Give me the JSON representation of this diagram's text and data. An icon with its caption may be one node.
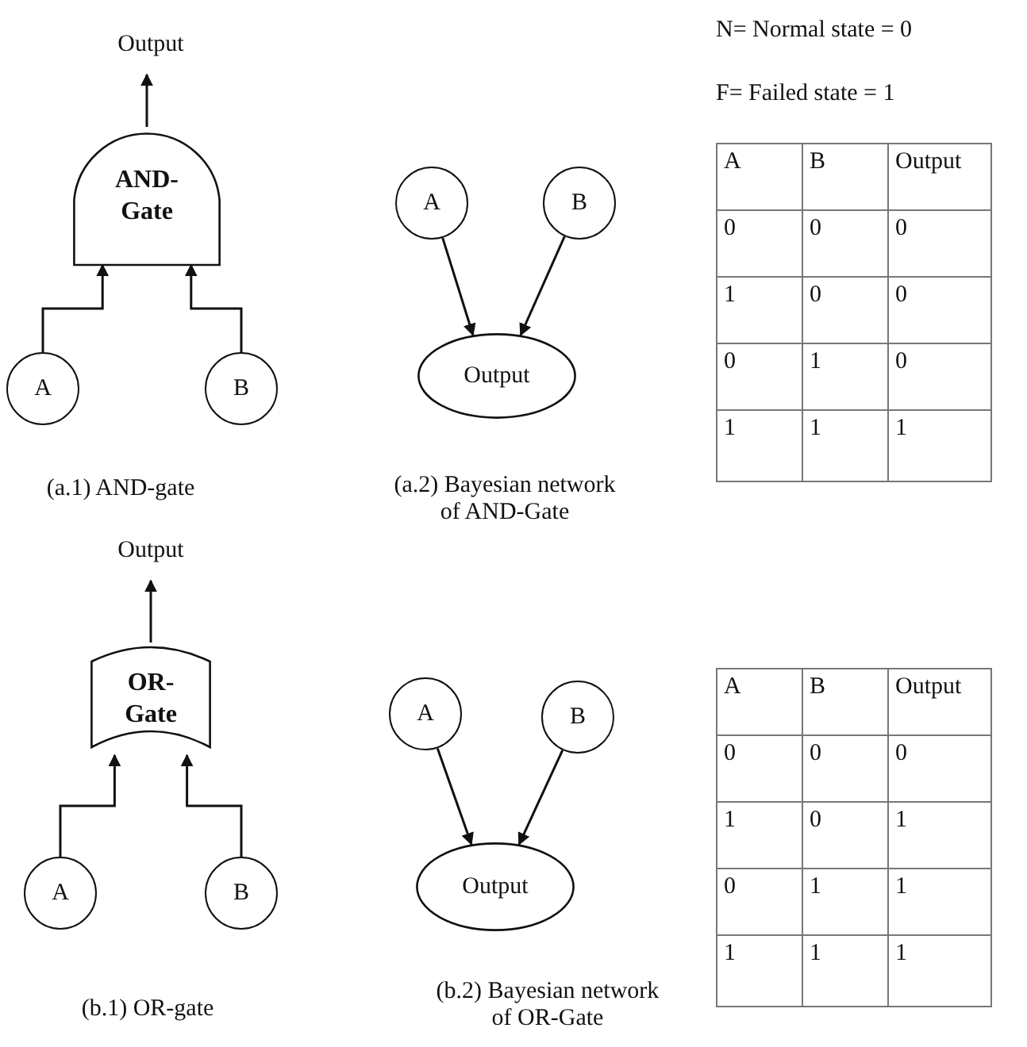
{
  "diagram": {
    "nodes": [
      {
        "text": [
          "Output"
        ]
      },
      {
        "text": [
          "AND- Gate"
        ]
      },
      {
        "text": [
          "A"
        ]
      },
      {
        "text": [
          "B"
        ]
      },
      {
        "text": [
          "A"
        ]
      },
      {
        "text": [
          "B"
        ]
      },
      {
        "text": [
          "Output"
        ]
      },
      {
        "text": [
          "Output"
        ]
      },
      {
        "text": [
          "OR- Gate"
        ]
      },
      {
        "text": [
          "A"
        ]
      },
      {
        "text": [
          "B"
        ]
      },
      {
        "text": [
          "A"
        ]
      },
      {
        "text": [
          "B"
        ]
      },
      {
        "text": [
          "Output"
        ]
      }
    ],
    "edges": [
      {
        "from": 1,
        "to": 0,
        "arrow": "to"
      },
      {
        "from": 2,
        "to": 1,
        "arrow": "to"
      },
      {
        "from": 3,
        "to": 1,
        "arrow": "to"
      },
      {
        "from": 4,
        "to": 6,
        "arrow": "to"
      },
      {
        "from": 5,
        "to": 6,
        "arrow": "to"
      },
      {
        "from": 8,
        "to": 7,
        "arrow": "to"
      },
      {
        "from": 9,
        "to": 8,
        "arrow": "to"
      },
      {
        "from": 10,
        "to": 8,
        "arrow": "to"
      },
      {
        "from": 11,
        "to": 13,
        "arrow": "to"
      },
      {
        "from": 12,
        "to": 13,
        "arrow": "to"
      }
    ],
    "labels": [
      "N= Normal state = 0",
      "F= Failed state = 1",
      "A",
      "B",
      "Output",
      "0",
      "0",
      "0",
      "1",
      "0",
      "0",
      "0",
      "1",
      "0",
      "1",
      "1",
      "1",
      "(a.1) AND-gate",
      "(a.2) Bayesian network of AND-Gate",
      "A",
      "B",
      "Output",
      "0",
      "0",
      "0",
      "1",
      "0",
      "1",
      "0",
      "1",
      "1",
      "1",
      "1",
      "1",
      "(b.1) OR-gate",
      "(b.2) Bayesian network of OR-Gate"
    ]
  }
}
